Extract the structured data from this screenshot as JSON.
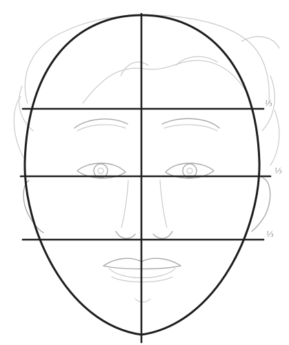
{
  "guide_labels": {
    "upper": "⅓",
    "middle": "⅓",
    "lower": "⅓"
  },
  "colors": {
    "ink": "#1e1e1e",
    "sketch": "#c9c9c9",
    "label": "#8a8a8a",
    "background": "#ffffff"
  }
}
